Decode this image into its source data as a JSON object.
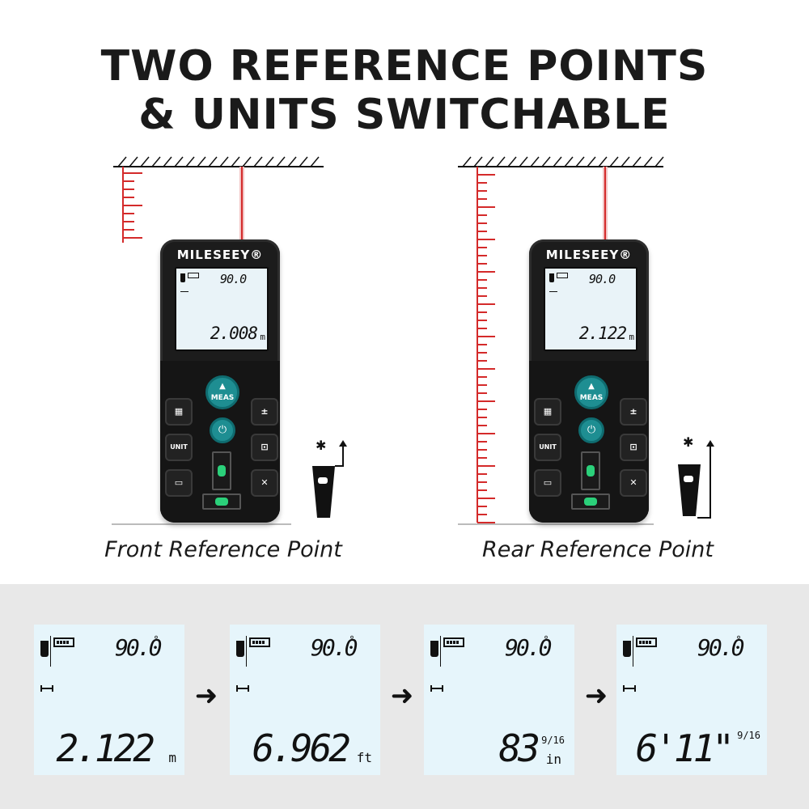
{
  "header": {
    "line1": "TWO REFERENCE POINTS",
    "line2": "& UNITS SWITCHABLE"
  },
  "devices": [
    {
      "brand": "MILESEEY®",
      "angle": "90.0",
      "distance": "2.008",
      "unit": "m",
      "meas_label": "MEAS",
      "unit_label": "UNIT",
      "caption": "Front Reference Point"
    },
    {
      "brand": "MILESEEY®",
      "angle": "90.0",
      "distance": "2.122",
      "unit": "m",
      "meas_label": "MEAS",
      "unit_label": "UNIT",
      "caption": "Rear Reference Point"
    }
  ],
  "unit_panels": [
    {
      "angle": "90.0",
      "value": "2.122",
      "unit": "m",
      "fraction": ""
    },
    {
      "angle": "90.0",
      "value": "6.962",
      "unit": "ft",
      "fraction": ""
    },
    {
      "angle": "90.0",
      "value": "83",
      "unit": "in",
      "fraction": "9/16"
    },
    {
      "angle": "90.0",
      "value": "6'11\"",
      "unit": "",
      "fraction": "9/16"
    }
  ],
  "colors": {
    "laser": "#d42a2a",
    "accent": "#1e8e92",
    "lcd": "#e6f5fb",
    "panel_bg": "#e8e8e8"
  },
  "icons": [
    "battery-icon",
    "meter-icon",
    "reference-icon",
    "arrow-right-icon",
    "power-icon",
    "level-bubble-icon"
  ]
}
